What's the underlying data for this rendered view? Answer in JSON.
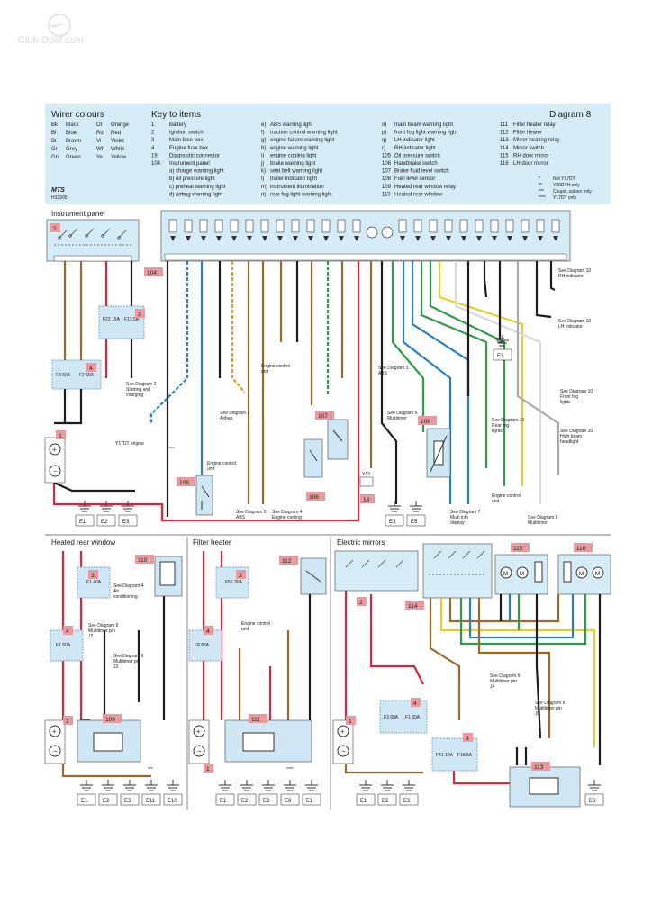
{
  "watermark": "Club Opel.com",
  "diagram_title": "Diagram 8",
  "brand": "MTS",
  "code": "H32995",
  "wire_colours": {
    "title": "Wirer colours",
    "items": [
      [
        "Bk",
        "Black"
      ],
      [
        "Bl",
        "Blue"
      ],
      [
        "Br",
        "Brown"
      ],
      [
        "Gr",
        "Grey"
      ],
      [
        "Gn",
        "Green"
      ],
      [
        "Or",
        "Orange"
      ],
      [
        "Rd",
        "Red"
      ],
      [
        "Vi",
        "Violet"
      ],
      [
        "Wh",
        "White"
      ],
      [
        "Ye",
        "Yellow"
      ]
    ]
  },
  "key": {
    "title": "Key to items",
    "col1": [
      [
        "1",
        "Battery"
      ],
      [
        "2",
        "Ignition switch"
      ],
      [
        "3",
        "Main fuse box"
      ],
      [
        "4",
        "Engine fuse box"
      ],
      [
        "19",
        "Diagnostic connector"
      ],
      [
        "104",
        "Instrument panel"
      ],
      [
        "",
        "a) charge warning light"
      ],
      [
        "",
        "b) oil pressure light"
      ],
      [
        "",
        "c) preheat warning light"
      ],
      [
        "",
        "d) airbag warning light"
      ]
    ],
    "col2": [
      [
        "e)",
        "ABS warning light"
      ],
      [
        "f)",
        "traction control warning light"
      ],
      [
        "g)",
        "engine failure warning light"
      ],
      [
        "h)",
        "engine warning light"
      ],
      [
        "i)",
        "engine cooling light"
      ],
      [
        "j)",
        "brake warning light"
      ],
      [
        "k)",
        "seat belt warning light"
      ],
      [
        "l)",
        "trailer indicator light"
      ],
      [
        "m)",
        "instrument illumination"
      ],
      [
        "n)",
        "rear fog light warning light"
      ]
    ],
    "col3": [
      [
        "o)",
        "main beam warning light"
      ],
      [
        "p)",
        "front fog light warning light"
      ],
      [
        "q)",
        "LH indicator light"
      ],
      [
        "r)",
        "RH indicator light"
      ],
      [
        "105",
        "Oil pressure switch"
      ],
      [
        "106",
        "Handbrake switch"
      ],
      [
        "107",
        "Brake fluid level switch"
      ],
      [
        "108",
        "Fuel level sensor"
      ],
      [
        "109",
        "Heated rear window relay"
      ],
      [
        "110",
        "Heated rear window"
      ]
    ],
    "col4": [
      [
        "111",
        "Filter heater relay"
      ],
      [
        "112",
        "Filter heater"
      ],
      [
        "113",
        "Mirror heating relay"
      ],
      [
        "114",
        "Mirror switch"
      ],
      [
        "115",
        "RH door mirror"
      ],
      [
        "116",
        "LH door mirror"
      ]
    ],
    "notes": [
      [
        "*",
        "Not Y17DT"
      ],
      [
        "**",
        "Y20DTH only"
      ],
      [
        "***",
        "Coupé, saloon only"
      ],
      [
        "****",
        "Y17DT only"
      ]
    ]
  },
  "sections": {
    "instrument": "Instrument panel",
    "heated": "Heated rear window",
    "filter": "Filter heater",
    "mirrors": "Electric mirrors"
  },
  "annotations": [
    {
      "id": "a1",
      "text": "See Diagram 10 RH indicator"
    },
    {
      "id": "a2",
      "text": "See Diagram 10 LH indicator"
    },
    {
      "id": "a3",
      "text": "See Diagram 2 Starting and charging"
    },
    {
      "id": "a4",
      "text": "See Diagram 2 Airbag"
    },
    {
      "id": "a5",
      "text": "Engine control unit"
    },
    {
      "id": "a6",
      "text": "See Diagram 3 ABS"
    },
    {
      "id": "a7",
      "text": "See Diagram 10 Rear fog lights"
    },
    {
      "id": "a8",
      "text": "See Diagram 10 Front fog lights"
    },
    {
      "id": "a9",
      "text": "See Diagram 10 High beam headlight"
    },
    {
      "id": "a10",
      "text": "Y17DT engine"
    },
    {
      "id": "a11",
      "text": "Engine control unit"
    },
    {
      "id": "a12",
      "text": "See Diagram 6 Multitimer"
    },
    {
      "id": "a13",
      "text": "See Diagram 5 ABS"
    },
    {
      "id": "a14",
      "text": "See Diagram 4 Engine cooling"
    },
    {
      "id": "a15",
      "text": "See Diagram 7 Multi info display"
    },
    {
      "id": "a16",
      "text": "Engine control unit"
    },
    {
      "id": "a17",
      "text": "See Diagram 6 Multitimer"
    },
    {
      "id": "a18",
      "text": "See Diagram 4 Air conditioning"
    },
    {
      "id": "a19",
      "text": "See Diagram 6 Multitimer pin J2"
    },
    {
      "id": "a20",
      "text": "See Diagram 6 Multitimer pin J3"
    },
    {
      "id": "a21",
      "text": "Engine control unit"
    },
    {
      "id": "a22",
      "text": "See Diagram 6 Multitimer pin J4"
    },
    {
      "id": "a23",
      "text": "See Diagram 6 Multitimer pin J5"
    }
  ],
  "fuses": {
    "f22": "F22 15A",
    "f13": "F13 5A",
    "f3": "F3 60A",
    "f2": "F2 60A",
    "f1": "F1 40A",
    "f1b": "F1 60A",
    "f56": "F56 30A",
    "f8": "F8 80A",
    "f3b": "F3 60A",
    "f1c": "F1 60A",
    "f41": "F41 10A",
    "f15": "F15 5A"
  },
  "grounds": {
    "g1": [
      "E1",
      "E2",
      "E3"
    ],
    "g2": [
      "E3",
      "E5"
    ],
    "g3": [
      "E3"
    ],
    "g4": [
      "E1",
      "E2",
      "E3",
      "E11",
      "E10"
    ],
    "g5": [
      "E1",
      "E2",
      "E3",
      "E8",
      "E1"
    ],
    "g6": [
      "E1",
      "E2",
      "E3"
    ],
    "g7": [
      "E6"
    ]
  },
  "markers": {
    "x13": "X13",
    "stars3": "***",
    "stars4": "****",
    "y17": "****"
  },
  "colors": {
    "red": "#d6283a",
    "brown": "#9a6a2c",
    "black": "#1c1c1c",
    "blue": "#2a7fc1",
    "green": "#2f9a4a",
    "yellow": "#e2cf2b",
    "orange": "#e39a32",
    "grey": "#a9a9a9",
    "violet": "#7b3fa0",
    "white": "#d9d9d9",
    "panel": "#d5ecf7",
    "fuse_bg": "#cfe6f5",
    "tag": "#e79a9f"
  }
}
